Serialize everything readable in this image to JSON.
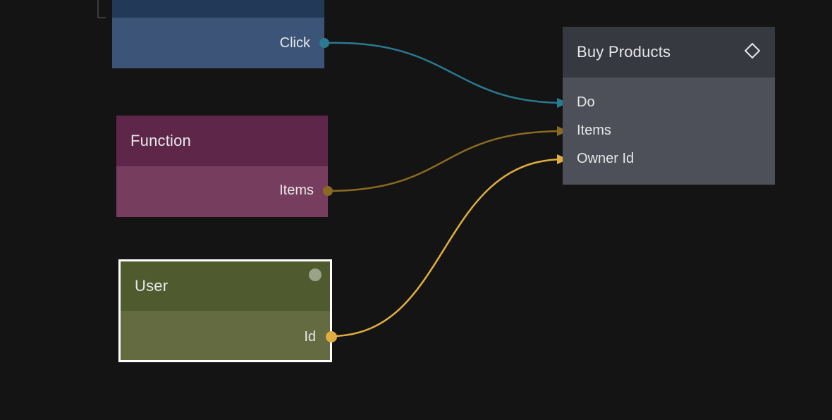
{
  "colors": {
    "background": "#141414",
    "event_header": "#223a58",
    "event_body": "#3b5477",
    "function_header": "#5e2749",
    "function_body": "#773d5f",
    "user_header": "#4f5b2e",
    "user_body": "#646b41",
    "buy_header": "#36393f",
    "buy_body": "#4d5059",
    "signal_wire": "#2a7a90",
    "items_wire": "#8a6a22",
    "id_wire": "#e0ae40",
    "selected_border": "#ffffff"
  },
  "nodes": {
    "event": {
      "title": "",
      "ports": {
        "click": "Click"
      }
    },
    "function": {
      "title": "Function",
      "ports": {
        "items": "Items"
      }
    },
    "user": {
      "title": "User",
      "selected": true,
      "ports": {
        "id": "Id"
      }
    },
    "buy_products": {
      "title": "Buy Products",
      "icon": "diamond-icon",
      "ports": {
        "do": "Do",
        "items": "Items",
        "owner_id": "Owner Id"
      }
    }
  },
  "connections": [
    {
      "from": "event.Click",
      "to": "buy_products.Do",
      "type": "signal"
    },
    {
      "from": "function.Items",
      "to": "buy_products.Items",
      "type": "items"
    },
    {
      "from": "user.Id",
      "to": "buy_products.Owner Id",
      "type": "id"
    }
  ]
}
